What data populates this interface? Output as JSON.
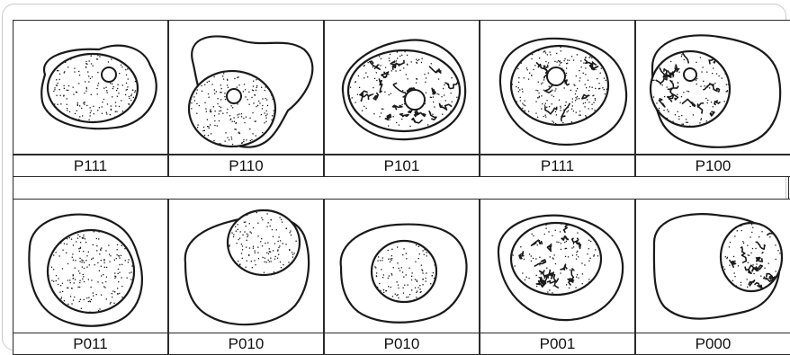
{
  "rows": [
    {
      "cells": [
        {
          "label": "P111",
          "cytoplasm": "ellipse",
          "nucleus": "dotted",
          "nucleolus": true
        },
        {
          "label": "P110",
          "cytoplasm": "irregular",
          "nucleus": "dotted",
          "nucleolus": true
        },
        {
          "label": "P101",
          "cytoplasm": "ellipse",
          "nucleus": "clumped",
          "nucleolus": true
        },
        {
          "label": "P111",
          "cytoplasm": "ellipse",
          "nucleus": "mixed",
          "nucleolus": true
        },
        {
          "label": "P100",
          "cytoplasm": "irregular",
          "nucleus": "clumped",
          "nucleolus": true
        }
      ]
    },
    {
      "cells": [
        {
          "label": "P011",
          "cytoplasm": "irregular",
          "nucleus": "dotted",
          "nucleolus": false
        },
        {
          "label": "P010",
          "cytoplasm": "irregular",
          "nucleus": "dotted",
          "nucleolus": false
        },
        {
          "label": "P010",
          "cytoplasm": "irregular",
          "nucleus": "dotted",
          "nucleolus": false
        },
        {
          "label": "P001",
          "cytoplasm": "ellipse",
          "nucleus": "clumped",
          "nucleolus": false
        },
        {
          "label": "P000",
          "cytoplasm": "irregular",
          "nucleus": "clumped",
          "nucleolus": false
        }
      ]
    }
  ],
  "colors": {
    "ink": "#1a1a1a",
    "frame": "#c9c9c9"
  }
}
